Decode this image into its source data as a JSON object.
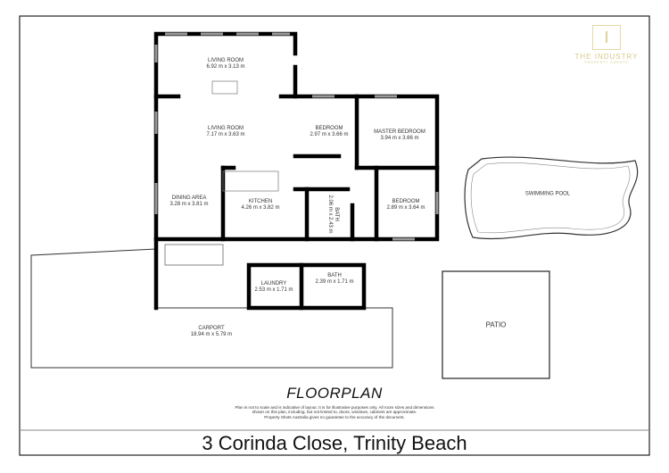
{
  "logo": {
    "name": "THE INDUSTRY",
    "tagline": "PROPERTY AGENTS"
  },
  "rooms": [
    {
      "name": "LIVING ROOM",
      "size": "6.92 m x 3.13 m"
    },
    {
      "name": "LIVING ROOM",
      "size": "7.17 m x 3.63 m"
    },
    {
      "name": "BEDROOM",
      "size": "2.97 m x 3.66 m"
    },
    {
      "name": "MASTER BEDROOM",
      "size": "3.94 m x 3.66 m"
    },
    {
      "name": "DINING AREA",
      "size": "3.28 m x 3.81 m"
    },
    {
      "name": "KITCHEN",
      "size": "4.26 m x 3.82 m"
    },
    {
      "name": "BATH",
      "size": "2.06 m x 2.43 m"
    },
    {
      "name": "BEDROOM",
      "size": "2.89 m x 3.64 m"
    },
    {
      "name": "LAUNDRY",
      "size": "2.53 m x 1.71 m"
    },
    {
      "name": "BATH",
      "size": "2.39 m x 1.71 m"
    },
    {
      "name": "CARPORT",
      "size": "18.94 m x 5.79 m"
    },
    {
      "name": "SWIMMING POOL",
      "size": ""
    },
    {
      "name": "PATIO",
      "size": ""
    }
  ],
  "title": "FLOORPLAN",
  "disclaimer": [
    "Plan is not to scale and is indicative of layout. It is for illustrative purposes only. All room sizes and dimensions",
    "shown on this plan, including, but not limited to, doors, windows, cabinets are approximate.",
    "Property Shots Australia gives no guarantee to the accuracy of the document."
  ],
  "address": "3 Corinda Close, Trinity Beach"
}
